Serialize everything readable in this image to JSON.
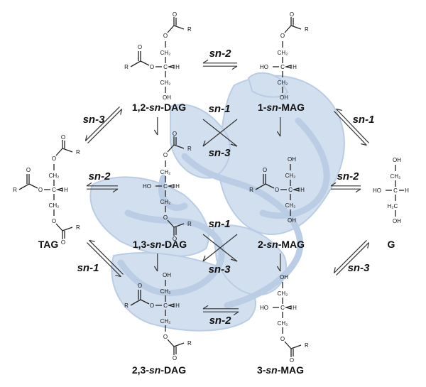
{
  "colors": {
    "protein": "#c7d8ec",
    "protein_edge": "#a9c1de",
    "ink": "#111111"
  },
  "atoms": {
    "R": "R",
    "O": "O",
    "C": "C",
    "H": "H",
    "HO": "HO",
    "OH": "OH",
    "CH2": "CH₂",
    "H2C": "H₂C"
  },
  "labels": {
    "dag12": {
      "pre": "1,2-",
      "it": "sn",
      "post": "-DAG"
    },
    "mag1": {
      "pre": "1-",
      "it": "sn",
      "post": "-MAG"
    },
    "tag": {
      "pre": "TAG",
      "it": "",
      "post": ""
    },
    "dag13": {
      "pre": "1,3-",
      "it": "sn",
      "post": "-DAG"
    },
    "mag2": {
      "pre": "2-",
      "it": "sn",
      "post": "-MAG"
    },
    "g": {
      "pre": "G",
      "it": "",
      "post": ""
    },
    "dag23": {
      "pre": "2,3-",
      "it": "sn",
      "post": "-DAG"
    },
    "mag3": {
      "pre": "3-",
      "it": "sn",
      "post": "-MAG"
    }
  },
  "reactions": {
    "top_sn2": {
      "it": "sn",
      "post": "-2"
    },
    "left_top_sn3": {
      "it": "sn",
      "post": "-3"
    },
    "right_top_sn1": {
      "it": "sn",
      "post": "-1"
    },
    "mid_left_sn2": {
      "it": "sn",
      "post": "-2"
    },
    "mid_right_sn2": {
      "it": "sn",
      "post": "-2"
    },
    "cross1_sn1": {
      "it": "sn",
      "post": "-1"
    },
    "cross1_sn3": {
      "it": "sn",
      "post": "-3"
    },
    "cross2_sn1": {
      "it": "sn",
      "post": "-1"
    },
    "cross2_sn3": {
      "it": "sn",
      "post": "-3"
    },
    "left_bottom_sn1": {
      "it": "sn",
      "post": "-1"
    },
    "right_bottom_sn3": {
      "it": "sn",
      "post": "-3"
    },
    "bottom_sn2": {
      "it": "sn",
      "post": "-2"
    }
  }
}
